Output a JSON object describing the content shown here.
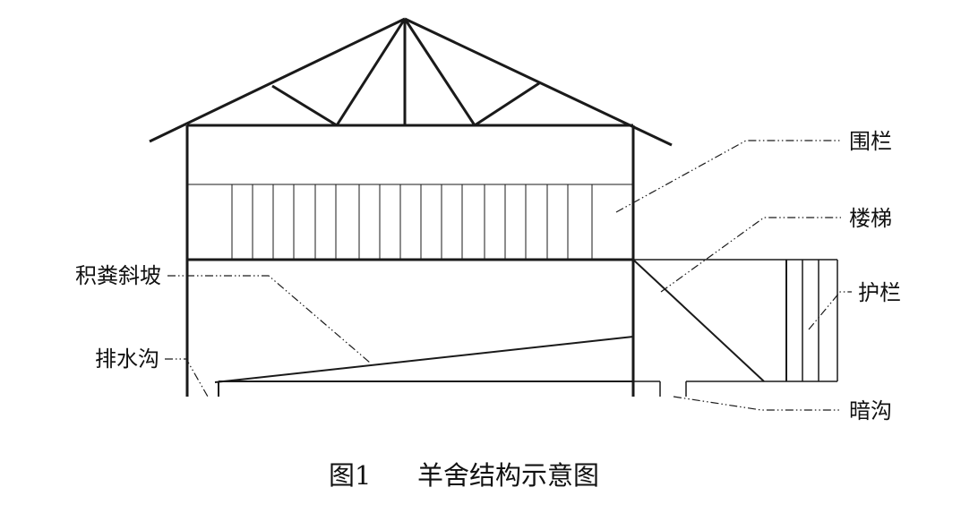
{
  "labels": {
    "fence": "围栏",
    "stairs": "楼梯",
    "manure_slope": "积粪斜坡",
    "guardrail": "护栏",
    "drain_ditch": "排水沟",
    "covered_drain": "暗沟"
  },
  "caption": {
    "figure_no": "图1",
    "title": "羊舍结构示意图"
  }
}
